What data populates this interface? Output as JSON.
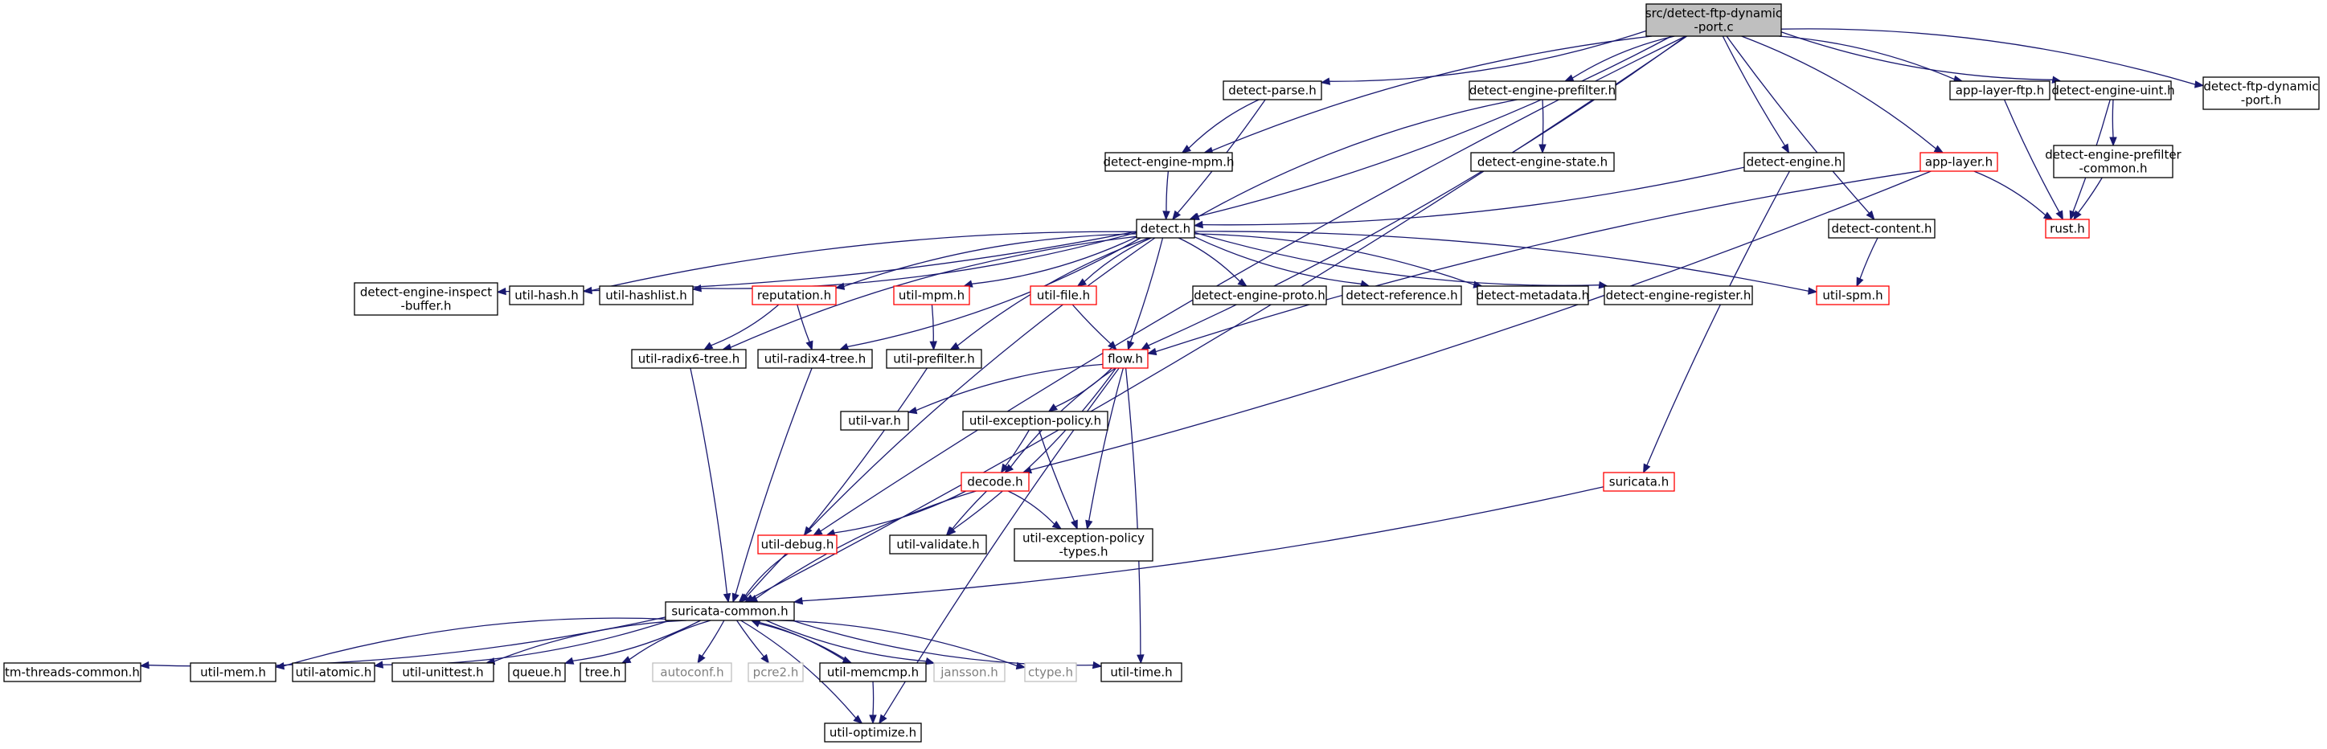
{
  "colors": {
    "edge": "#191970",
    "root_fill": "#bfbfbf",
    "node_border": "#000000",
    "warn_border": "#ff0000",
    "missing_border": "#bfbfbf",
    "missing_text": "#7f7f7f"
  },
  "nodes": [
    {
      "id": "root",
      "lines": [
        "src/detect-ftp-dynamic",
        "-port.c"
      ],
      "kind": "root"
    },
    {
      "id": "detect_parse",
      "lines": [
        "detect-parse.h"
      ],
      "kind": "normal"
    },
    {
      "id": "detect_engine_prefilter",
      "lines": [
        "detect-engine-prefilter.h"
      ],
      "kind": "normal"
    },
    {
      "id": "app_layer_ftp",
      "lines": [
        "app-layer-ftp.h"
      ],
      "kind": "normal"
    },
    {
      "id": "detect_engine_uint",
      "lines": [
        "detect-engine-uint.h"
      ],
      "kind": "normal"
    },
    {
      "id": "detect_ftp_port_h",
      "lines": [
        "detect-ftp-dynamic",
        "-port.h"
      ],
      "kind": "normal"
    },
    {
      "id": "detect_engine_mpm",
      "lines": [
        "detect-engine-mpm.h"
      ],
      "kind": "normal"
    },
    {
      "id": "detect_engine_state",
      "lines": [
        "detect-engine-state.h"
      ],
      "kind": "normal"
    },
    {
      "id": "detect_engine",
      "lines": [
        "detect-engine.h"
      ],
      "kind": "normal"
    },
    {
      "id": "app_layer",
      "lines": [
        "app-layer.h"
      ],
      "kind": "warn"
    },
    {
      "id": "detect_engine_prefilter_common",
      "lines": [
        "detect-engine-prefilter",
        "-common.h"
      ],
      "kind": "normal"
    },
    {
      "id": "detect_h",
      "lines": [
        "detect.h"
      ],
      "kind": "normal"
    },
    {
      "id": "detect_content",
      "lines": [
        "detect-content.h"
      ],
      "kind": "normal"
    },
    {
      "id": "rust_h",
      "lines": [
        "rust.h"
      ],
      "kind": "warn"
    },
    {
      "id": "inspect_buffer",
      "lines": [
        "detect-engine-inspect",
        "-buffer.h"
      ],
      "kind": "normal"
    },
    {
      "id": "util_hash",
      "lines": [
        "util-hash.h"
      ],
      "kind": "normal"
    },
    {
      "id": "util_hashlist",
      "lines": [
        "util-hashlist.h"
      ],
      "kind": "normal"
    },
    {
      "id": "reputation",
      "lines": [
        "reputation.h"
      ],
      "kind": "warn"
    },
    {
      "id": "util_mpm",
      "lines": [
        "util-mpm.h"
      ],
      "kind": "warn"
    },
    {
      "id": "util_file",
      "lines": [
        "util-file.h"
      ],
      "kind": "warn"
    },
    {
      "id": "detect_engine_proto",
      "lines": [
        "detect-engine-proto.h"
      ],
      "kind": "normal"
    },
    {
      "id": "detect_reference",
      "lines": [
        "detect-reference.h"
      ],
      "kind": "normal"
    },
    {
      "id": "detect_metadata",
      "lines": [
        "detect-metadata.h"
      ],
      "kind": "normal"
    },
    {
      "id": "detect_engine_register",
      "lines": [
        "detect-engine-register.h"
      ],
      "kind": "normal"
    },
    {
      "id": "util_spm",
      "lines": [
        "util-spm.h"
      ],
      "kind": "warn"
    },
    {
      "id": "radix6",
      "lines": [
        "util-radix6-tree.h"
      ],
      "kind": "normal"
    },
    {
      "id": "radix4",
      "lines": [
        "util-radix4-tree.h"
      ],
      "kind": "normal"
    },
    {
      "id": "util_prefilter",
      "lines": [
        "util-prefilter.h"
      ],
      "kind": "normal"
    },
    {
      "id": "flow_h",
      "lines": [
        "flow.h"
      ],
      "kind": "warn"
    },
    {
      "id": "util_var",
      "lines": [
        "util-var.h"
      ],
      "kind": "normal"
    },
    {
      "id": "util_exception_policy",
      "lines": [
        "util-exception-policy.h"
      ],
      "kind": "normal"
    },
    {
      "id": "decode_h",
      "lines": [
        "decode.h"
      ],
      "kind": "warn"
    },
    {
      "id": "suricata_h",
      "lines": [
        "suricata.h"
      ],
      "kind": "warn"
    },
    {
      "id": "util_debug",
      "lines": [
        "util-debug.h"
      ],
      "kind": "warn"
    },
    {
      "id": "util_validate",
      "lines": [
        "util-validate.h"
      ],
      "kind": "normal"
    },
    {
      "id": "exc_types",
      "lines": [
        "util-exception-policy",
        "-types.h"
      ],
      "kind": "normal"
    },
    {
      "id": "suricata_common",
      "lines": [
        "suricata-common.h"
      ],
      "kind": "normal"
    },
    {
      "id": "tm_threads",
      "lines": [
        "tm-threads-common.h"
      ],
      "kind": "normal"
    },
    {
      "id": "util_mem",
      "lines": [
        "util-mem.h"
      ],
      "kind": "normal"
    },
    {
      "id": "util_atomic",
      "lines": [
        "util-atomic.h"
      ],
      "kind": "normal"
    },
    {
      "id": "util_unittest",
      "lines": [
        "util-unittest.h"
      ],
      "kind": "normal"
    },
    {
      "id": "queue_h",
      "lines": [
        "queue.h"
      ],
      "kind": "normal"
    },
    {
      "id": "tree_h",
      "lines": [
        "tree.h"
      ],
      "kind": "normal"
    },
    {
      "id": "autoconf",
      "lines": [
        "autoconf.h"
      ],
      "kind": "missing"
    },
    {
      "id": "pcre2",
      "lines": [
        "pcre2.h"
      ],
      "kind": "missing"
    },
    {
      "id": "util_memcmp",
      "lines": [
        "util-memcmp.h"
      ],
      "kind": "normal"
    },
    {
      "id": "jansson",
      "lines": [
        "jansson.h"
      ],
      "kind": "missing"
    },
    {
      "id": "ctype",
      "lines": [
        "ctype.h"
      ],
      "kind": "missing"
    },
    {
      "id": "util_time",
      "lines": [
        "util-time.h"
      ],
      "kind": "normal"
    },
    {
      "id": "util_optimize",
      "lines": [
        "util-optimize.h"
      ],
      "kind": "normal"
    }
  ],
  "edges": [
    [
      "root",
      "detect_parse"
    ],
    [
      "root",
      "detect_engine_prefilter"
    ],
    [
      "root",
      "app_layer_ftp"
    ],
    [
      "root",
      "detect_engine_uint"
    ],
    [
      "root",
      "detect_ftp_port_h"
    ],
    [
      "root",
      "detect_engine_mpm"
    ],
    [
      "root",
      "detect_h"
    ],
    [
      "root",
      "detect_engine"
    ],
    [
      "root",
      "app_layer"
    ],
    [
      "root",
      "detect_content"
    ],
    [
      "root",
      "flow_h"
    ],
    [
      "root",
      "util_debug"
    ],
    [
      "root",
      "suricata_common"
    ],
    [
      "detect_parse",
      "detect_engine_mpm"
    ],
    [
      "detect_parse",
      "detect_h"
    ],
    [
      "detect_engine_prefilter",
      "detect_h"
    ],
    [
      "detect_engine_prefilter",
      "detect_engine_state"
    ],
    [
      "app_layer_ftp",
      "rust_h"
    ],
    [
      "detect_engine_uint",
      "rust_h"
    ],
    [
      "detect_engine_uint",
      "detect_engine_prefilter_common"
    ],
    [
      "detect_engine_prefilter_common",
      "rust_h"
    ],
    [
      "detect_engine_mpm",
      "detect_h"
    ],
    [
      "detect_engine",
      "detect_h"
    ],
    [
      "detect_engine",
      "suricata_h"
    ],
    [
      "app_layer",
      "rust_h"
    ],
    [
      "app_layer",
      "flow_h"
    ],
    [
      "app_layer",
      "decode_h"
    ],
    [
      "detect_content",
      "util_spm"
    ],
    [
      "detect_h",
      "inspect_buffer"
    ],
    [
      "detect_h",
      "util_hash"
    ],
    [
      "detect_h",
      "util_hashlist"
    ],
    [
      "detect_h",
      "reputation"
    ],
    [
      "detect_h",
      "util_mpm"
    ],
    [
      "detect_h",
      "util_file"
    ],
    [
      "detect_h",
      "detect_engine_proto"
    ],
    [
      "detect_h",
      "detect_reference"
    ],
    [
      "detect_h",
      "detect_metadata"
    ],
    [
      "detect_h",
      "detect_engine_register"
    ],
    [
      "detect_h",
      "util_spm"
    ],
    [
      "detect_h",
      "radix6"
    ],
    [
      "detect_h",
      "radix4"
    ],
    [
      "detect_h",
      "util_prefilter"
    ],
    [
      "detect_h",
      "flow_h"
    ],
    [
      "detect_h",
      "suricata_common"
    ],
    [
      "reputation",
      "radix6"
    ],
    [
      "reputation",
      "radix4"
    ],
    [
      "util_mpm",
      "util_prefilter"
    ],
    [
      "util_file",
      "flow_h"
    ],
    [
      "radix6",
      "suricata_common"
    ],
    [
      "radix4",
      "suricata_common"
    ],
    [
      "util_prefilter",
      "util_debug"
    ],
    [
      "flow_h",
      "util_var"
    ],
    [
      "flow_h",
      "util_exception_policy"
    ],
    [
      "flow_h",
      "decode_h"
    ],
    [
      "flow_h",
      "util_validate"
    ],
    [
      "flow_h",
      "exc_types"
    ],
    [
      "flow_h",
      "util_time"
    ],
    [
      "flow_h",
      "util_optimize"
    ],
    [
      "util_exception_policy",
      "decode_h"
    ],
    [
      "util_exception_policy",
      "exc_types"
    ],
    [
      "decode_h",
      "util_debug"
    ],
    [
      "decode_h",
      "util_validate"
    ],
    [
      "decode_h",
      "exc_types"
    ],
    [
      "decode_h",
      "suricata_common"
    ],
    [
      "suricata_h",
      "suricata_common"
    ],
    [
      "util_debug",
      "suricata_common"
    ],
    [
      "suricata_common",
      "tm_threads"
    ],
    [
      "suricata_common",
      "util_mem"
    ],
    [
      "suricata_common",
      "util_atomic"
    ],
    [
      "suricata_common",
      "util_unittest"
    ],
    [
      "suricata_common",
      "queue_h"
    ],
    [
      "suricata_common",
      "tree_h"
    ],
    [
      "suricata_common",
      "autoconf"
    ],
    [
      "suricata_common",
      "pcre2"
    ],
    [
      "suricata_common",
      "util_memcmp"
    ],
    [
      "suricata_common",
      "jansson"
    ],
    [
      "suricata_common",
      "ctype"
    ],
    [
      "suricata_common",
      "util_time"
    ],
    [
      "suricata_common",
      "util_optimize"
    ],
    [
      "util_memcmp",
      "suricata_common"
    ],
    [
      "util_memcmp",
      "util_optimize"
    ]
  ]
}
